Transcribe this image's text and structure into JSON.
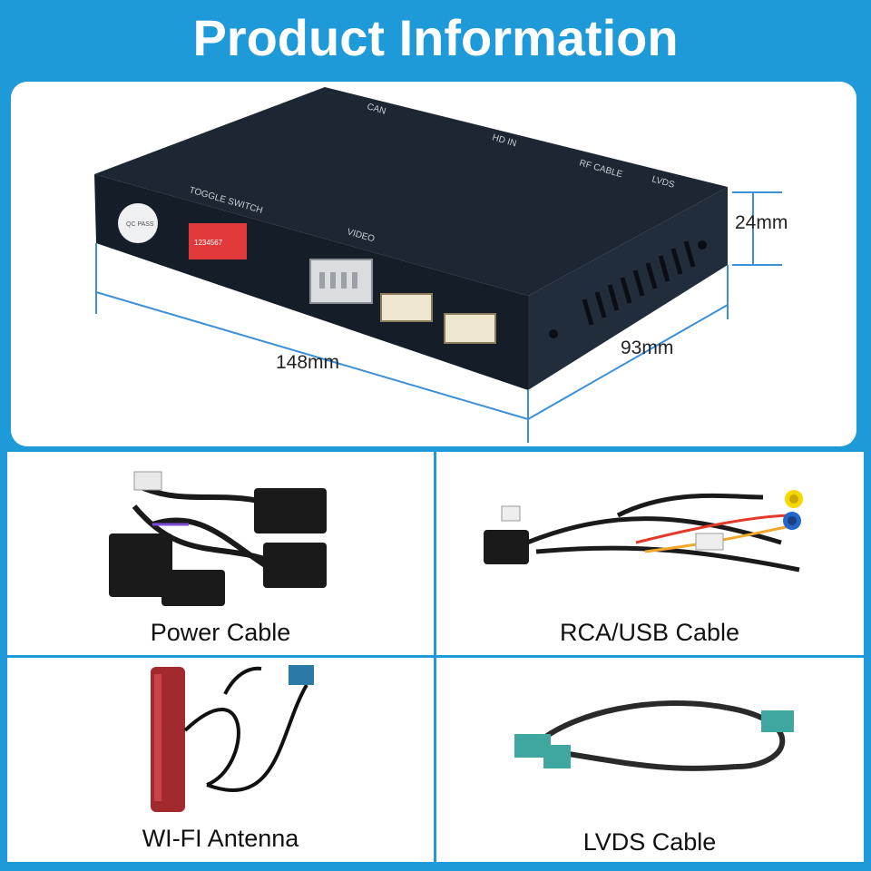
{
  "page_title": "Product Information",
  "device": {
    "labels": {
      "can": "CAN",
      "hd_in": "HD IN",
      "rf_cable": "RF CABLE",
      "lvds": "LVDS",
      "toggle_switch": "TOGGLE SWITCH",
      "video": "VIDEO",
      "dip_numbers": "1234567",
      "qc_sticker": "QC PASS"
    },
    "dimensions": {
      "width": "148mm",
      "depth": "93mm",
      "height": "24mm"
    }
  },
  "accessories": [
    {
      "label": "Power Cable"
    },
    {
      "label": "RCA/USB Cable"
    },
    {
      "label": "WI-FI Antenna"
    },
    {
      "label": "LVDS Cable"
    }
  ],
  "colors": {
    "brand_blue": "#1e9ad9",
    "dimension_line": "#3d8fd6",
    "device_body": "#1b2532",
    "dip_switch": "#e23a3a"
  }
}
